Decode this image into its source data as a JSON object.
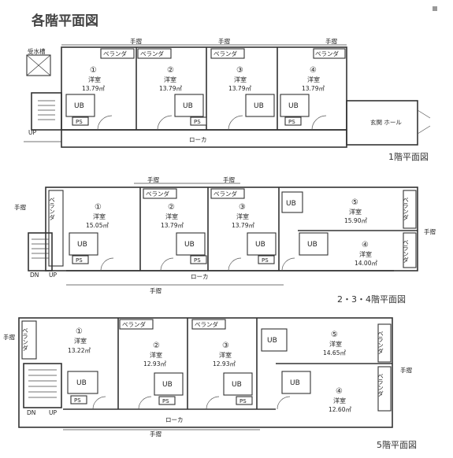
{
  "title": "各階平面図",
  "labels": {
    "handrail": "手摺",
    "balcony": "ベランダ",
    "room": "洋室",
    "ub": "UB",
    "ps": "PS",
    "corridor": "ローカ",
    "up": "UP",
    "dn": "DN",
    "entrance": "玄関 ホール",
    "water_tank": "受水槽"
  },
  "floor1": {
    "title": "1階平面図",
    "rooms": [
      {
        "num": "①",
        "area": "13.79㎡"
      },
      {
        "num": "②",
        "area": "13.79㎡"
      },
      {
        "num": "③",
        "area": "13.79㎡"
      },
      {
        "num": "④",
        "area": "13.79㎡"
      }
    ]
  },
  "floor234": {
    "title": "2・3・4階平面図",
    "rooms": [
      {
        "num": "①",
        "area": "15.05㎡"
      },
      {
        "num": "②",
        "area": "13.79㎡"
      },
      {
        "num": "③",
        "area": "13.79㎡"
      },
      {
        "num": "④",
        "area": "14.00㎡"
      },
      {
        "num": "⑤",
        "area": "15.90㎡"
      }
    ]
  },
  "floor5": {
    "title": "5階平面図",
    "rooms": [
      {
        "num": "①",
        "area": "13.22㎡"
      },
      {
        "num": "②",
        "area": "12.93㎡"
      },
      {
        "num": "③",
        "area": "12.93㎡"
      },
      {
        "num": "④",
        "area": "12.60㎡"
      },
      {
        "num": "⑤",
        "area": "14.65㎡"
      }
    ]
  }
}
